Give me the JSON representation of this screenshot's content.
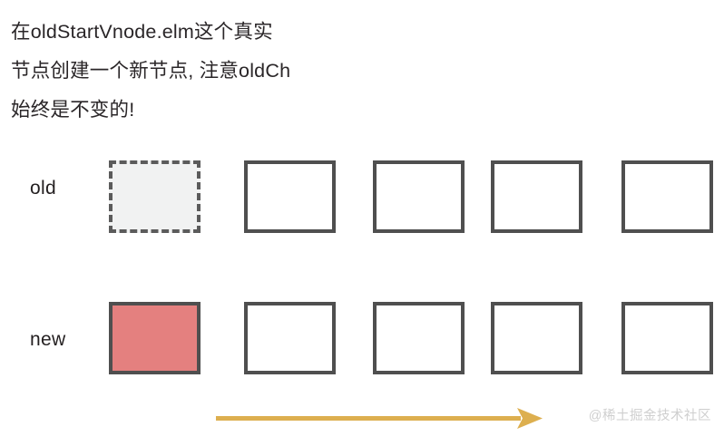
{
  "diagram": {
    "title_lines": [
      "在oldStartVnode.elm这个真实",
      "节点创建一个新节点, 注意oldCh",
      "始终是不变的!"
    ],
    "rows": [
      {
        "label": "old",
        "nodes": [
          {
            "style": "dashed",
            "fill": "#f1f2f2",
            "border": "#5b5b5b"
          },
          {
            "style": "solid",
            "fill": "#ffffff",
            "border": "#4f4f4f"
          },
          {
            "style": "solid",
            "fill": "#ffffff",
            "border": "#4f4f4f"
          },
          {
            "style": "solid",
            "fill": "#ffffff",
            "border": "#4f4f4f"
          },
          {
            "style": "solid",
            "fill": "#ffffff",
            "border": "#4f4f4f"
          }
        ]
      },
      {
        "label": "new",
        "nodes": [
          {
            "style": "filled",
            "fill": "#e4807f",
            "border": "#4f4f4f"
          },
          {
            "style": "solid",
            "fill": "#ffffff",
            "border": "#4f4f4f"
          },
          {
            "style": "solid",
            "fill": "#ffffff",
            "border": "#4f4f4f"
          },
          {
            "style": "solid",
            "fill": "#ffffff",
            "border": "#4f4f4f"
          },
          {
            "style": "solid",
            "fill": "#ffffff",
            "border": "#4f4f4f"
          }
        ]
      }
    ],
    "arrow": {
      "direction": "right",
      "color": "#ddaf4f",
      "name": "direction-arrow"
    },
    "watermark": "@稀土掘金技术社区",
    "colors": {
      "text": "#2a2628",
      "box_border": "#4f4f4f",
      "dashed_fill": "#f1f2f2",
      "highlight_fill": "#e4807f",
      "arrow": "#ddaf4f",
      "watermark": "#cfcfcf",
      "background": "#ffffff"
    }
  }
}
